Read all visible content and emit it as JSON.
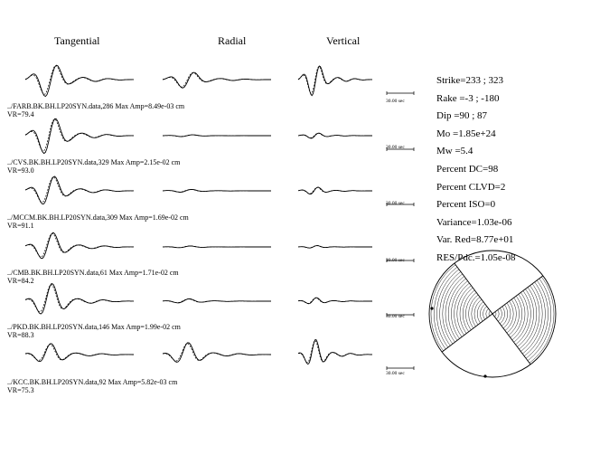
{
  "headers": {
    "tangential": "Tangential",
    "radial": "Radial",
    "vertical": "Vertical"
  },
  "scale_bar": "30.00 sec",
  "stations": [
    {
      "label": "../FARB.BK.BH.LP20SYN.data,286  Max Amp=8.49e-03 cm",
      "vr": "VR=79.4"
    },
    {
      "label": "../CVS.BK.BH.LP20SYN.data,329  Max Amp=2.15e-02 cm",
      "vr": "VR=93.0"
    },
    {
      "label": "../MCCM.BK.BH.LP20SYN.data,309  Max Amp=1.69e-02 cm",
      "vr": "VR=91.1"
    },
    {
      "label": "../CMB.BK.BH.LP20SYN.data,61  Max Amp=1.71e-02 cm",
      "vr": "VR=84.2"
    },
    {
      "label": "../PKD.BK.BH.LP20SYN.data,146  Max Amp=1.99e-02 cm",
      "vr": "VR=88.3"
    },
    {
      "label": "../KCC.BK.BH.LP20SYN.data,92  Max Amp=5.82e-03 cm",
      "vr": "VR=75.3"
    }
  ],
  "waveform_amplitudes": [
    {
      "tangential": 0.9,
      "radial": 0.45,
      "vertical": 0.85
    },
    {
      "tangential": 1.0,
      "radial": 0.05,
      "vertical": 0.15
    },
    {
      "tangential": 0.8,
      "radial": 0.08,
      "vertical": 0.2
    },
    {
      "tangential": 0.75,
      "radial": 0.05,
      "vertical": 0.07
    },
    {
      "tangential": 0.9,
      "radial": 0.12,
      "vertical": 0.18
    },
    {
      "tangential": 0.55,
      "radial": 0.6,
      "vertical": 0.75
    }
  ],
  "parameters": [
    "Strike=233 ; 323",
    "Rake  =-3 ; -180",
    "Dip   =90 ; 87",
    "Mo    =1.85e+24",
    "Mw    =5.4",
    "Percent DC=98",
    "Percent CLVD=2",
    "Percent ISO=0",
    "Variance=1.03e-06",
    "Var. Red=8.77e+01",
    "RES/Pdc.=1.05e-08"
  ],
  "mechanism": {
    "strike_deg": 233,
    "dip_deg": 90
  }
}
